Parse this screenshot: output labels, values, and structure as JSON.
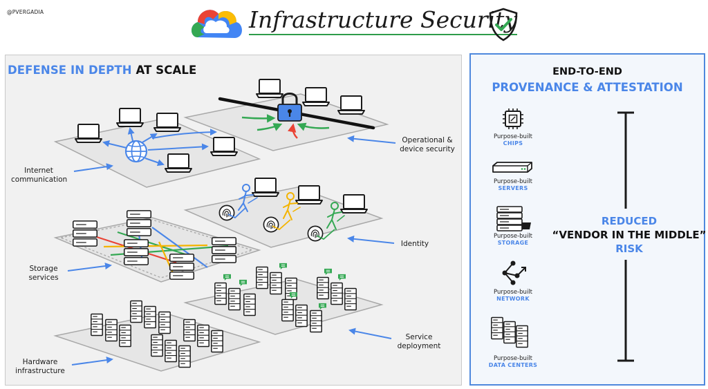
{
  "handle": "@PVERGADIA",
  "title": {
    "text": "Infrastructure Security",
    "logo_icon": "google-cloud-logo-icon",
    "badge_icon": "shield-check-icon"
  },
  "left_panel": {
    "heading_blue": "DEFENSE IN DEPTH",
    "heading_dark": "AT SCALE",
    "labels": {
      "internet_1": "Internet",
      "internet_2": "communication",
      "operational_1": "Operational &",
      "operational_2": "device security",
      "identity": "Identity",
      "storage_1": "Storage",
      "storage_2": "services",
      "service_1": "Service",
      "service_2": "deployment",
      "hardware_1": "Hardware",
      "hardware_2": "infrastructure"
    }
  },
  "right_panel": {
    "title_line1": "END-TO-END",
    "title_line2": "PROVENANCE & ATTESTATION",
    "prefix": "Purpose-built",
    "items": [
      {
        "name": "CHIPS",
        "icon": "chip-icon"
      },
      {
        "name": "SERVERS",
        "icon": "server-icon"
      },
      {
        "name": "STORAGE",
        "icon": "storage-icon"
      },
      {
        "name": "NETWORK",
        "icon": "network-icon"
      },
      {
        "name": "DATA CENTERS",
        "icon": "data-center-icon"
      }
    ],
    "risk_line1": "REDUCED",
    "risk_line2": "“VENDOR IN THE MIDDLE”",
    "risk_line3": "RISK"
  },
  "colors": {
    "accent_blue": "#4a86e8",
    "panel_border_blue": "#4e88dd",
    "check_green": "#34a853",
    "arrow_red": "#ea4335",
    "arrow_yellow": "#f4b400"
  }
}
